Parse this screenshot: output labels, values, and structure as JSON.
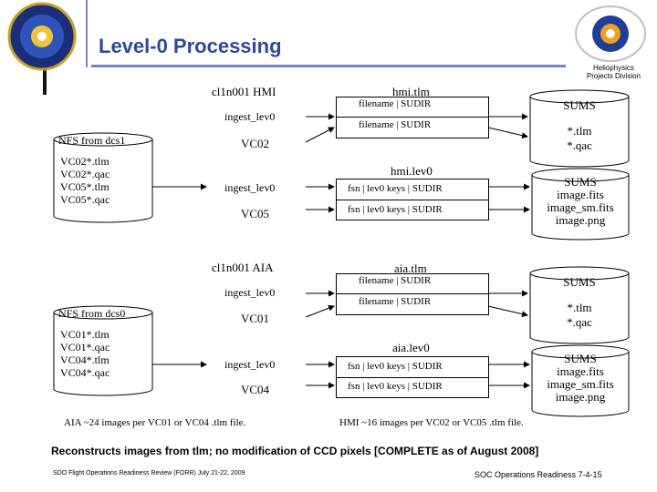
{
  "header": {
    "title": "Level-0 Processing",
    "dept": [
      "Heliophysics",
      "Projects Division"
    ]
  },
  "hmi": {
    "machine": "cl1n001 HMI",
    "ingest1": "ingest_lev0",
    "vc_a": "VC02",
    "ingest2": "ingest_lev0",
    "vc_b": "VC05",
    "nfs_title": "NFS from dcs1",
    "nfs_files": [
      "VC02*.tlm",
      "VC02*.qac",
      "VC05*.tlm",
      "VC05*.qac"
    ],
    "tlm_label": "hmi.tlm",
    "tlm_rows": [
      "filename | SUDIR",
      "filename | SUDIR"
    ],
    "lev0_label": "hmi.lev0",
    "lev0_rows": [
      "fsn | lev0 keys | SUDIR",
      "fsn | lev0 keys | SUDIR"
    ],
    "sums1_title": "SUMS",
    "sums1_lines": [
      "*.tlm",
      "*.qac"
    ],
    "sums2_lines": [
      "SUMS",
      "image.fits",
      "image_sm.fits",
      "image.png"
    ],
    "note": "HMI ~16 images per VC02 or VC05 .tlm file."
  },
  "aia": {
    "machine": "cl1n001 AIA",
    "ingest1": "ingest_lev0",
    "vc_a": "VC01",
    "ingest2": "ingest_lev0",
    "vc_b": "VC04",
    "nfs_title": "NFS from dcs0",
    "nfs_files": [
      "VC01*.tlm",
      "VC01*.qac",
      "VC04*.tlm",
      "VC04*.qac"
    ],
    "tlm_label": "aia.tlm",
    "tlm_rows": [
      "filename | SUDIR",
      "filename | SUDIR"
    ],
    "lev0_label": "aia.lev0",
    "lev0_rows": [
      "fsn | lev0 keys | SUDIR",
      "fsn | lev0 keys | SUDIR"
    ],
    "sums1_title": "SUMS",
    "sums1_lines": [
      "*.tlm",
      "*.qac"
    ],
    "sums2_lines": [
      "SUMS",
      "image.fits",
      "image_sm.fits",
      "image.png"
    ],
    "note": "AIA ~24 images per VC01 or VC04 .tlm file."
  },
  "footer": {
    "summary": "Reconstructs images from tlm; no modification of CCD pixels [COMPLETE as of August 2008]",
    "review": "SDO Flight Operations Readiness Review (FORR) July 21-22, 2009",
    "page": "SOC Operations Readiness 7-4-15"
  }
}
